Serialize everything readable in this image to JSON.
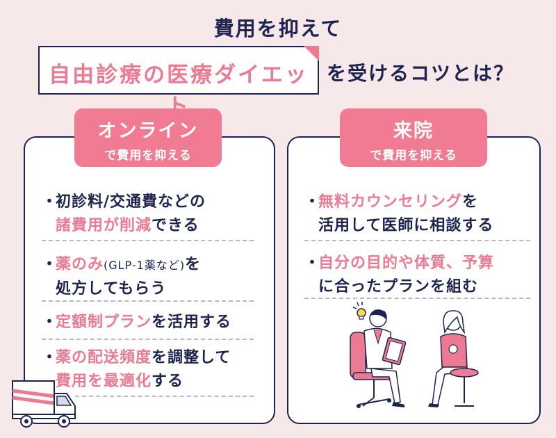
{
  "header": {
    "line1": "費用を抑えて",
    "keyword": "自由診療の医療ダイエット",
    "line2": "を受けるコツとは？"
  },
  "online": {
    "label_main": "オンライン",
    "label_sub": "で費用を抑える",
    "items": [
      {
        "l1_navy": "初診料/交通費などの",
        "l2_pink": "諸費用が削減",
        "l2_navy": "できる"
      },
      {
        "l1_pink": "薬のみ",
        "l1_paren": "(GLP-1薬など)",
        "l1_navy": "を",
        "l2_navy": "処方してもらう"
      },
      {
        "l1_pink": "定額制プラン",
        "l1_navy": "を活用する"
      },
      {
        "l1_pink": "薬の配送頻度",
        "l1_navy": "を調整して",
        "l2_pink": "費用を最適化",
        "l2_navy": "する"
      }
    ]
  },
  "visit": {
    "label_main": "来院",
    "label_sub": "で費用を抑える",
    "items": [
      {
        "l1_pink": "無料カウンセリング",
        "l1_navy": "を",
        "l2_navy": "活用して医師に相談する"
      },
      {
        "l1_pink": "自分の目的や体質、予算",
        "l2_navy": "に合ったプランを組む"
      }
    ]
  },
  "bullet": "・",
  "colors": {
    "navy": "#1d2350",
    "pink": "#ec7a92",
    "background": "#f7e8ea"
  },
  "icons": [
    "delivery-truck-illustration",
    "doctor-illustration",
    "patient-illustration",
    "lightbulb-icon"
  ]
}
